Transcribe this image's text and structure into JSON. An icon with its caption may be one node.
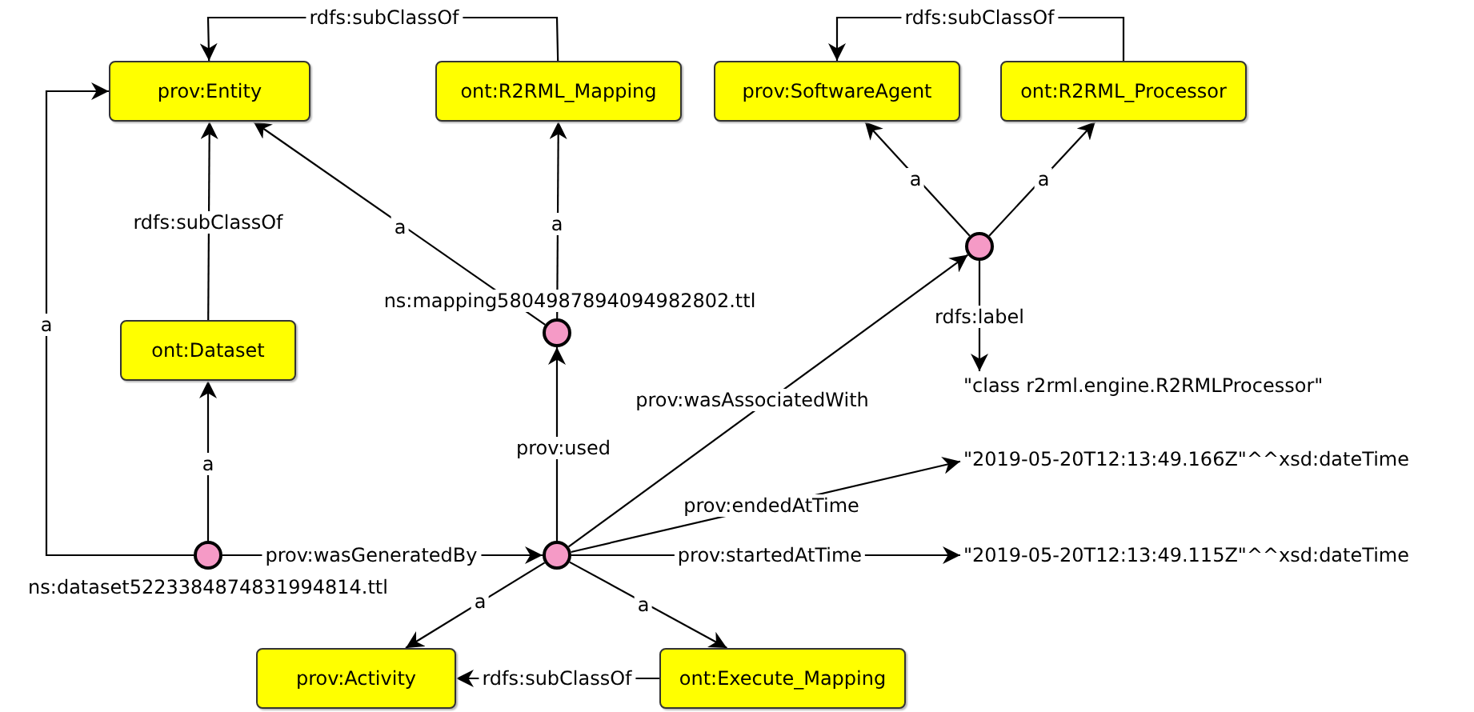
{
  "diagram": {
    "nodes": [
      {
        "text": [
          "prov:Entity"
        ]
      },
      {
        "text": [
          "ont:R2RML_Mapping"
        ]
      },
      {
        "text": [
          "prov:SoftwareAgent"
        ]
      },
      {
        "text": [
          "ont:R2RML_Processor"
        ]
      },
      {
        "text": [
          "ont:Dataset"
        ]
      },
      {
        "text": [],
        "shape": "circle",
        "beside": [
          "ns:mapping5804987894094982802.ttl"
        ]
      },
      {
        "text": [],
        "shape": "circle"
      },
      {
        "text": [
          "\"class r2rml.engine.R2RMLProcessor\""
        ]
      },
      {
        "text": [],
        "shape": "circle"
      },
      {
        "text": [],
        "shape": "circle",
        "beside": [
          "ns:dataset5223384874831994814.ttl"
        ]
      },
      {
        "text": [
          "\"2019-05-20T12:13:49.166Z\"^^xsd:dateTime"
        ]
      },
      {
        "text": [
          "\"2019-05-20T12:13:49.115Z\"^^xsd:dateTime"
        ]
      },
      {
        "text": [
          "prov:Activity"
        ]
      },
      {
        "text": [
          "ont:Execute_Mapping"
        ]
      }
    ],
    "edges": [
      {
        "from": 1,
        "to": 0,
        "arrow": "to",
        "label": "rdfs:subClassOf"
      },
      {
        "from": 3,
        "to": 2,
        "arrow": "to",
        "label": "rdfs:subClassOf"
      },
      {
        "from": 4,
        "to": 0,
        "arrow": "to",
        "label": "rdfs:subClassOf"
      },
      {
        "from": 5,
        "to": 0,
        "arrow": "to",
        "label": "a"
      },
      {
        "from": 5,
        "to": 1,
        "arrow": "to",
        "label": "a"
      },
      {
        "from": 6,
        "to": 2,
        "arrow": "to",
        "label": "a"
      },
      {
        "from": 6,
        "to": 3,
        "arrow": "to",
        "label": "a"
      },
      {
        "from": 6,
        "to": 7,
        "arrow": "to",
        "label": "rdfs:label"
      },
      {
        "from": 9,
        "to": 4,
        "arrow": "to",
        "label": "a"
      },
      {
        "from": 9,
        "to": 0,
        "arrow": "to",
        "label": "a"
      },
      {
        "from": 9,
        "to": 8,
        "arrow": "to",
        "label": "prov:wasGeneratedBy"
      },
      {
        "from": 8,
        "to": 5,
        "arrow": "to",
        "label": "prov:used"
      },
      {
        "from": 8,
        "to": 6,
        "arrow": "to",
        "label": "prov:wasAssociatedWith"
      },
      {
        "from": 8,
        "to": 10,
        "arrow": "to",
        "label": "prov:endedAtTime"
      },
      {
        "from": 8,
        "to": 11,
        "arrow": "to",
        "label": "prov:startedAtTime"
      },
      {
        "from": 8,
        "to": 12,
        "arrow": "to",
        "label": "a"
      },
      {
        "from": 8,
        "to": 13,
        "arrow": "to",
        "label": "a"
      },
      {
        "from": 13,
        "to": 12,
        "arrow": "to",
        "label": "rdfs:subClassOf"
      }
    ]
  }
}
